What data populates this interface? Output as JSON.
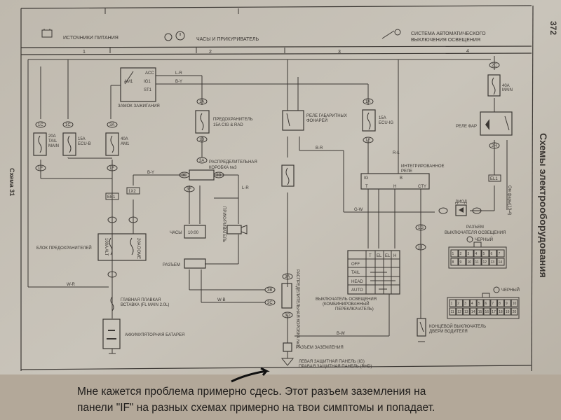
{
  "page_number": "372",
  "side_left": "Схема 31",
  "side_right": "Схемы электрооборудования",
  "header": {
    "section1": "ИСТОЧНИКИ ПИТАНИЯ",
    "section2": "ЧАСЫ И ПРИКУРИВАТЕЛЬ",
    "section3_line1": "СИСТЕМА АВТОМАТИЧЕСКОГО",
    "section3_line2": "ВЫКЛЮЧЕНИЯ ОСВЕЩЕНИЯ",
    "columns": [
      "1",
      "2",
      "3",
      "4"
    ]
  },
  "components": {
    "ignition_switch": "ЗАМОК ЗАЖИГАНИЯ",
    "ign_acc": "ACC",
    "ign_am1": "AM1",
    "ign_ig1": "IG1",
    "ign_st1": "ST1",
    "fuse_tail": [
      "20A",
      "TAIL",
      "MAIN"
    ],
    "fuse_ecub": [
      "15A",
      "ECU-B"
    ],
    "fuse_am1": [
      "40A",
      "AM1"
    ],
    "fuse_cig_1": "ПРЕДОХРАНИТЕЛЬ",
    "fuse_cig_2": "15A CIG & RAD",
    "junction3_1": "РАСПРЕДЕЛИТЕЛЬНАЯ",
    "junction3_2": "КОРОБКА №3",
    "tail_relay_1": "РЕЛЕ ГАБАРИТНЫХ",
    "tail_relay_2": "ФОНАРЕЙ",
    "fuse_ecuig": [
      "15A",
      "ECU-IG"
    ],
    "integrated_relay_1": "ИНТЕГРИРОВАННОЕ",
    "integrated_relay_2": "РЕЛЕ",
    "relay_pins": [
      "IG",
      "B",
      "T",
      "H",
      "CTY"
    ],
    "fuse_main": [
      "40A",
      "MAIN"
    ],
    "headlight_relay": "РЕЛЕ ФАР",
    "diode": "ДИОД",
    "headlights_to": "Ом фары(13-4)",
    "fuse_block": "БЛОК ПРЕДОХРАНИТЕЛЕЙ",
    "fuse_alt": "100A ALT",
    "fuse_dome": "20A DOME",
    "clock": "ЧАСЫ",
    "clock_display": "10:00",
    "lighter": "ПРИКУРИВАТЕЛЬ",
    "connector": "РАЗЪЕМ",
    "main_fusible_1": "ГЛАВНАЯ ПЛАВКАЯ",
    "main_fusible_2": "ВСТАВКА (FL MAIN 2.0L)",
    "battery": "АККУМУЛЯТОРНАЯ БАТАРЕЯ",
    "light_switch_1": "ВЫКЛЮЧАТЕЛЬ ОСВЕЩЕНИЯ",
    "light_switch_2": "(КОМБИНИРОВАННЫЙ",
    "light_switch_3": "ПЕРЕКЛЮЧАТЕЛЬ)",
    "switch_cols": [
      "T",
      "EL",
      "EL",
      "H"
    ],
    "switch_rows": [
      "OFF",
      "TAIL",
      "HEAD",
      "AUTO"
    ],
    "junction_v": "РАСПРЕДЕЛИТЕЛЬНАЯ КОРОБКА №3",
    "ground_connector": "РАЗЪЕМ ЗАЗЕМЛЕНИЯ",
    "ground_1": "ЛЕВАЯ ЗАЩИТНАЯ ПАНЕЛЬ (IG)",
    "ground_2": "ПРАВАЯ ЗАЩИТНАЯ ПАНЕЛЬ (RHD)",
    "door_switch_1": "КОНЦЕВОЙ ВЫКЛЮЧАТЕЛЬ",
    "door_switch_2": "ДВЕРИ ВОДИТЕЛЯ",
    "switch_connector_1": "РАЗЪЕМ",
    "switch_connector_2": "ВЫКЛЮЧАТЕЛЯ ОСВЕЩЕНИЯ",
    "conn_a": "ЧЕРНЫЙ",
    "conn_b": "ЧЕРНЫЙ",
    "conn_a_pins": [
      "1",
      "2",
      "3",
      "4",
      "5",
      "6",
      "7",
      "8",
      "9",
      "10",
      "11",
      "12",
      "13",
      "14"
    ],
    "conn_b_pins": [
      "1",
      "2",
      "3",
      "4",
      "5",
      "6",
      "7",
      "8",
      "9",
      "10",
      "11",
      "12",
      "13",
      "14",
      "15",
      "16",
      "17",
      "18",
      "19",
      "20"
    ]
  },
  "connector_tags": [
    "1C",
    "1C",
    "3A",
    "1F",
    "1F",
    "EB1",
    "1X2",
    "1A",
    "1B",
    "3A",
    "3D",
    "3B",
    "3F",
    "1A",
    "1E",
    "2C",
    "2H",
    "EL1",
    "3A",
    "3B",
    "3C",
    "3D",
    "1G",
    "1J"
  ],
  "wire_labels": [
    "L-R",
    "B-Y",
    "W-R",
    "B-Y",
    "B-R",
    "R-L",
    "G-W",
    "W-B",
    "B-W",
    "L-R"
  ],
  "caption": {
    "line1": "Мне кажется проблема примерно сдесь. Этот разъем заземления на",
    "line2": "панели \"IF\" на разных схемах примерно на твои симптомы и попадает."
  }
}
